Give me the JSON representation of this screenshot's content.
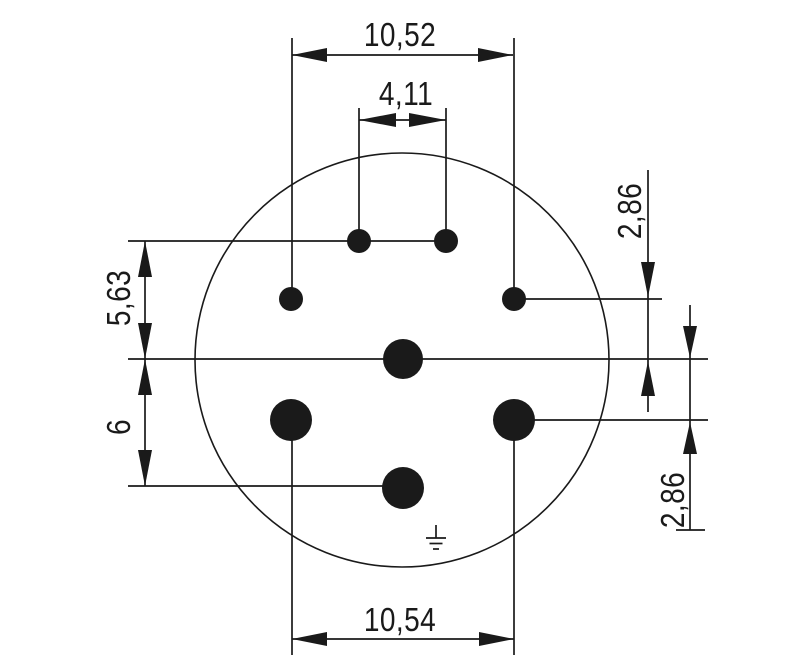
{
  "drawing": {
    "kind": "connector-insert-pinout",
    "colors": {
      "ink": "#1a1a1a",
      "background": "#ffffff"
    },
    "labels": {
      "dim_top_outer": "10,52",
      "dim_top_inner": "4,11",
      "dim_left_upper": "5,63",
      "dim_left_lower": "6",
      "dim_right_upper": "2,86",
      "dim_right_lower": "2,86",
      "dim_bottom": "10,54"
    },
    "pins": {
      "count": 8,
      "rows": [
        {
          "row": "top",
          "y_label": "upper small pins",
          "pins": 2,
          "size": "small"
        },
        {
          "row": "mid",
          "y_label": "outer small pins",
          "pins": 2,
          "size": "small"
        },
        {
          "row": "center",
          "y_label": "center pin",
          "pins": 1,
          "size": "medium"
        },
        {
          "row": "lower",
          "y_label": "outer large pins",
          "pins": 2,
          "size": "large"
        },
        {
          "row": "bottom",
          "y_label": "bottom large pin",
          "pins": 1,
          "size": "large"
        }
      ]
    },
    "symbols": {
      "ground": "earth-ground"
    }
  }
}
